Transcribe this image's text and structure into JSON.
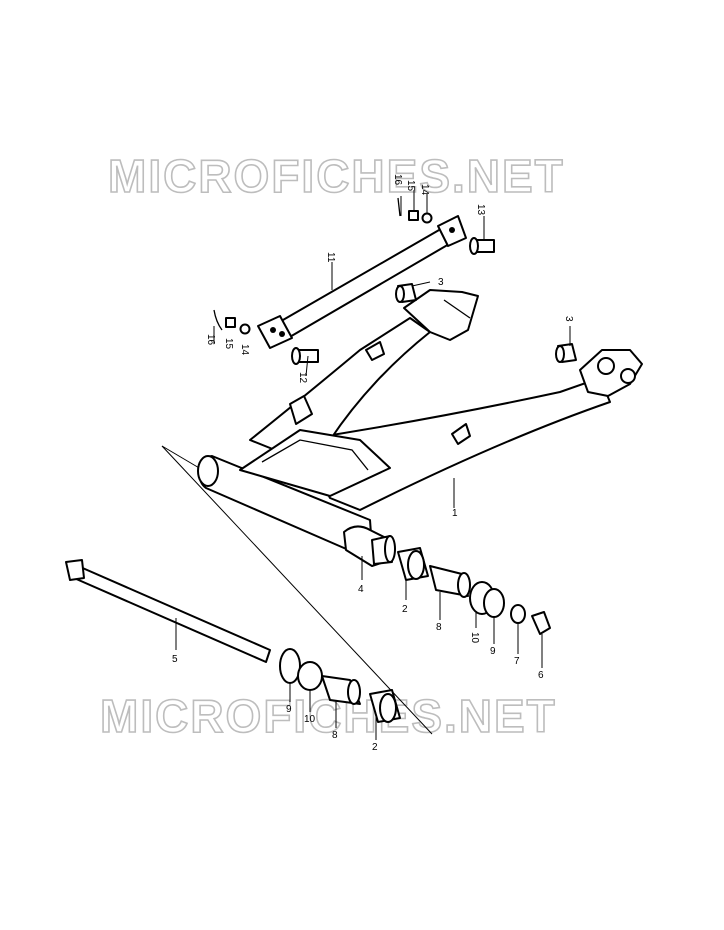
{
  "watermarks": [
    "MICROFICHES.NET",
    "MICROFICHES.NET"
  ],
  "callouts": {
    "p1": "1",
    "p2a": "2",
    "p2b": "2",
    "p3a": "3",
    "p3b": "3",
    "p4": "4",
    "p5": "5",
    "p6": "6",
    "p7": "7",
    "p8a": "8",
    "p8b": "8",
    "p9a": "9",
    "p9b": "9",
    "p10a": "10",
    "p10b": "10",
    "p11": "11",
    "p12": "12",
    "p13": "13",
    "p14a": "14",
    "p14b": "14",
    "p15a": "15",
    "p15b": "15",
    "p16a": "16",
    "p16b": "16"
  },
  "colors": {
    "ink": "#000000",
    "watermark": "#bdbdbd",
    "paper": "#ffffff"
  }
}
